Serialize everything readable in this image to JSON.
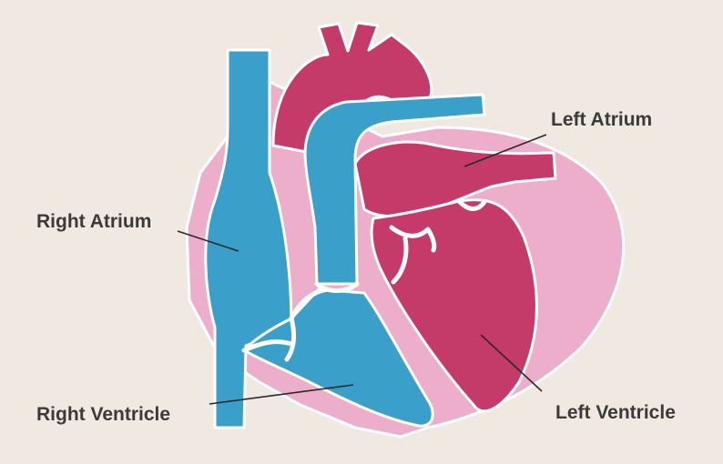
{
  "colors": {
    "background": "#efe9e2",
    "oxygen_poor": "#3a9fc9",
    "oxygen_rich": "#c43a68",
    "muscle_wall": "#ecaecb",
    "valve": "#ffffff",
    "label_text": "#3a3a3a"
  },
  "labels": {
    "left_atrium": "Left Atrium",
    "right_atrium": "Right Atrium",
    "right_ventricle": "Right Ventricle",
    "left_ventricle": "Left Ventricle"
  }
}
